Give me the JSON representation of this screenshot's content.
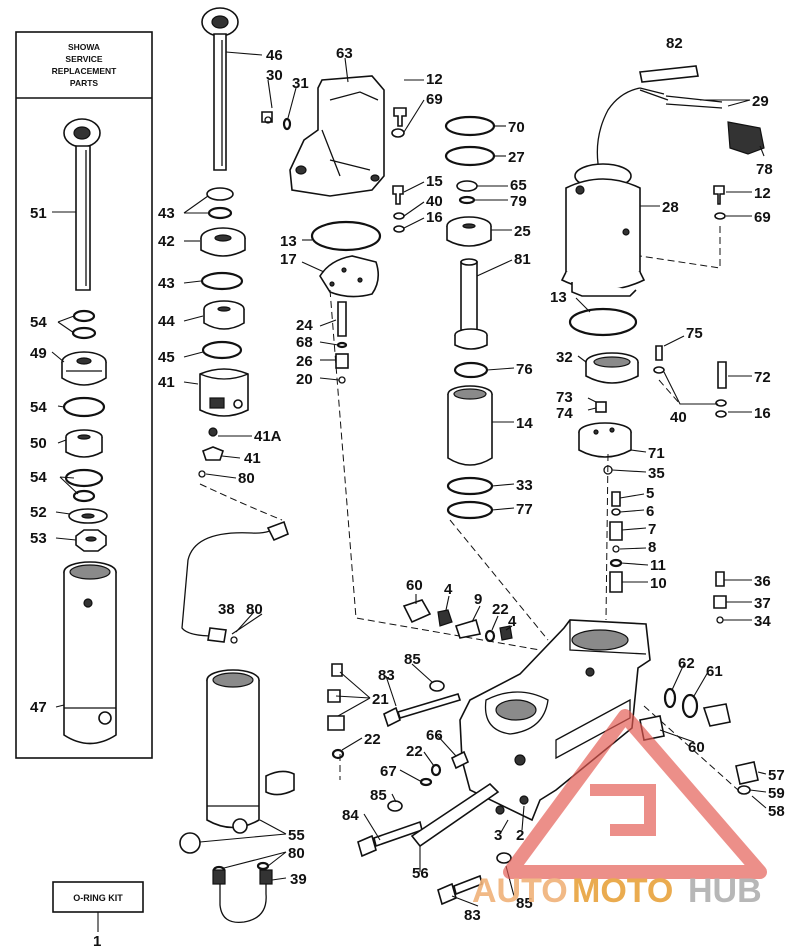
{
  "showa_box": {
    "line1": "SHOWA",
    "line2": "SERVICE",
    "line3": "REPLACEMENT",
    "line4": "PARTS"
  },
  "oring_kit_label": "O-RING KIT",
  "watermark": {
    "auto": "AUTO",
    "moto": "MOTO",
    "hub": "HUB",
    "colors": {
      "auto": "#f0b27a",
      "moto": "#e8a33c",
      "hub": "#b0b0b0",
      "triangle": "#e45a52"
    }
  },
  "callouts": {
    "c1": "1",
    "c2": "2",
    "c3": "3",
    "c4a": "4",
    "c4b": "4",
    "c5": "5",
    "c6": "6",
    "c7": "7",
    "c8": "8",
    "c9": "9",
    "c10": "10",
    "c11": "11",
    "c12a": "12",
    "c12b": "12",
    "c13a": "13",
    "c13b": "13",
    "c14": "14",
    "c15": "15",
    "c16a": "16",
    "c16b": "16",
    "c17": "17",
    "c20": "20",
    "c21": "21",
    "c22a": "22",
    "c22b": "22",
    "c22c": "22",
    "c24": "24",
    "c25": "25",
    "c26": "26",
    "c27": "27",
    "c28": "28",
    "c29": "29",
    "c30": "30",
    "c31": "31",
    "c32": "32",
    "c33": "33",
    "c34": "34",
    "c35": "35",
    "c36": "36",
    "c37": "37",
    "c38": "38",
    "c39": "39",
    "c40a": "40",
    "c40b": "40",
    "c41a": "41",
    "c41b": "41",
    "c41A": "41A",
    "c42": "42",
    "c43a": "43",
    "c43b": "43",
    "c44": "44",
    "c45": "45",
    "c46": "46",
    "c47": "47",
    "c49": "49",
    "c50": "50",
    "c51": "51",
    "c52": "52",
    "c53": "53",
    "c54a": "54",
    "c54b": "54",
    "c54c": "54",
    "c55": "55",
    "c56": "56",
    "c57": "57",
    "c58": "58",
    "c59": "59",
    "c60a": "60",
    "c60b": "60",
    "c61": "61",
    "c62": "62",
    "c63": "63",
    "c65": "65",
    "c66": "66",
    "c67": "67",
    "c68": "68",
    "c69a": "69",
    "c69b": "69",
    "c70": "70",
    "c71": "71",
    "c72": "72",
    "c73": "73",
    "c74": "74",
    "c75": "75",
    "c76": "76",
    "c77": "77",
    "c78": "78",
    "c79": "79",
    "c80a": "80",
    "c80b": "80",
    "c80c": "80",
    "c81": "81",
    "c82": "82",
    "c83a": "83",
    "c83b": "83",
    "c84": "84",
    "c85a": "85",
    "c85b": "85",
    "c85c": "85"
  }
}
